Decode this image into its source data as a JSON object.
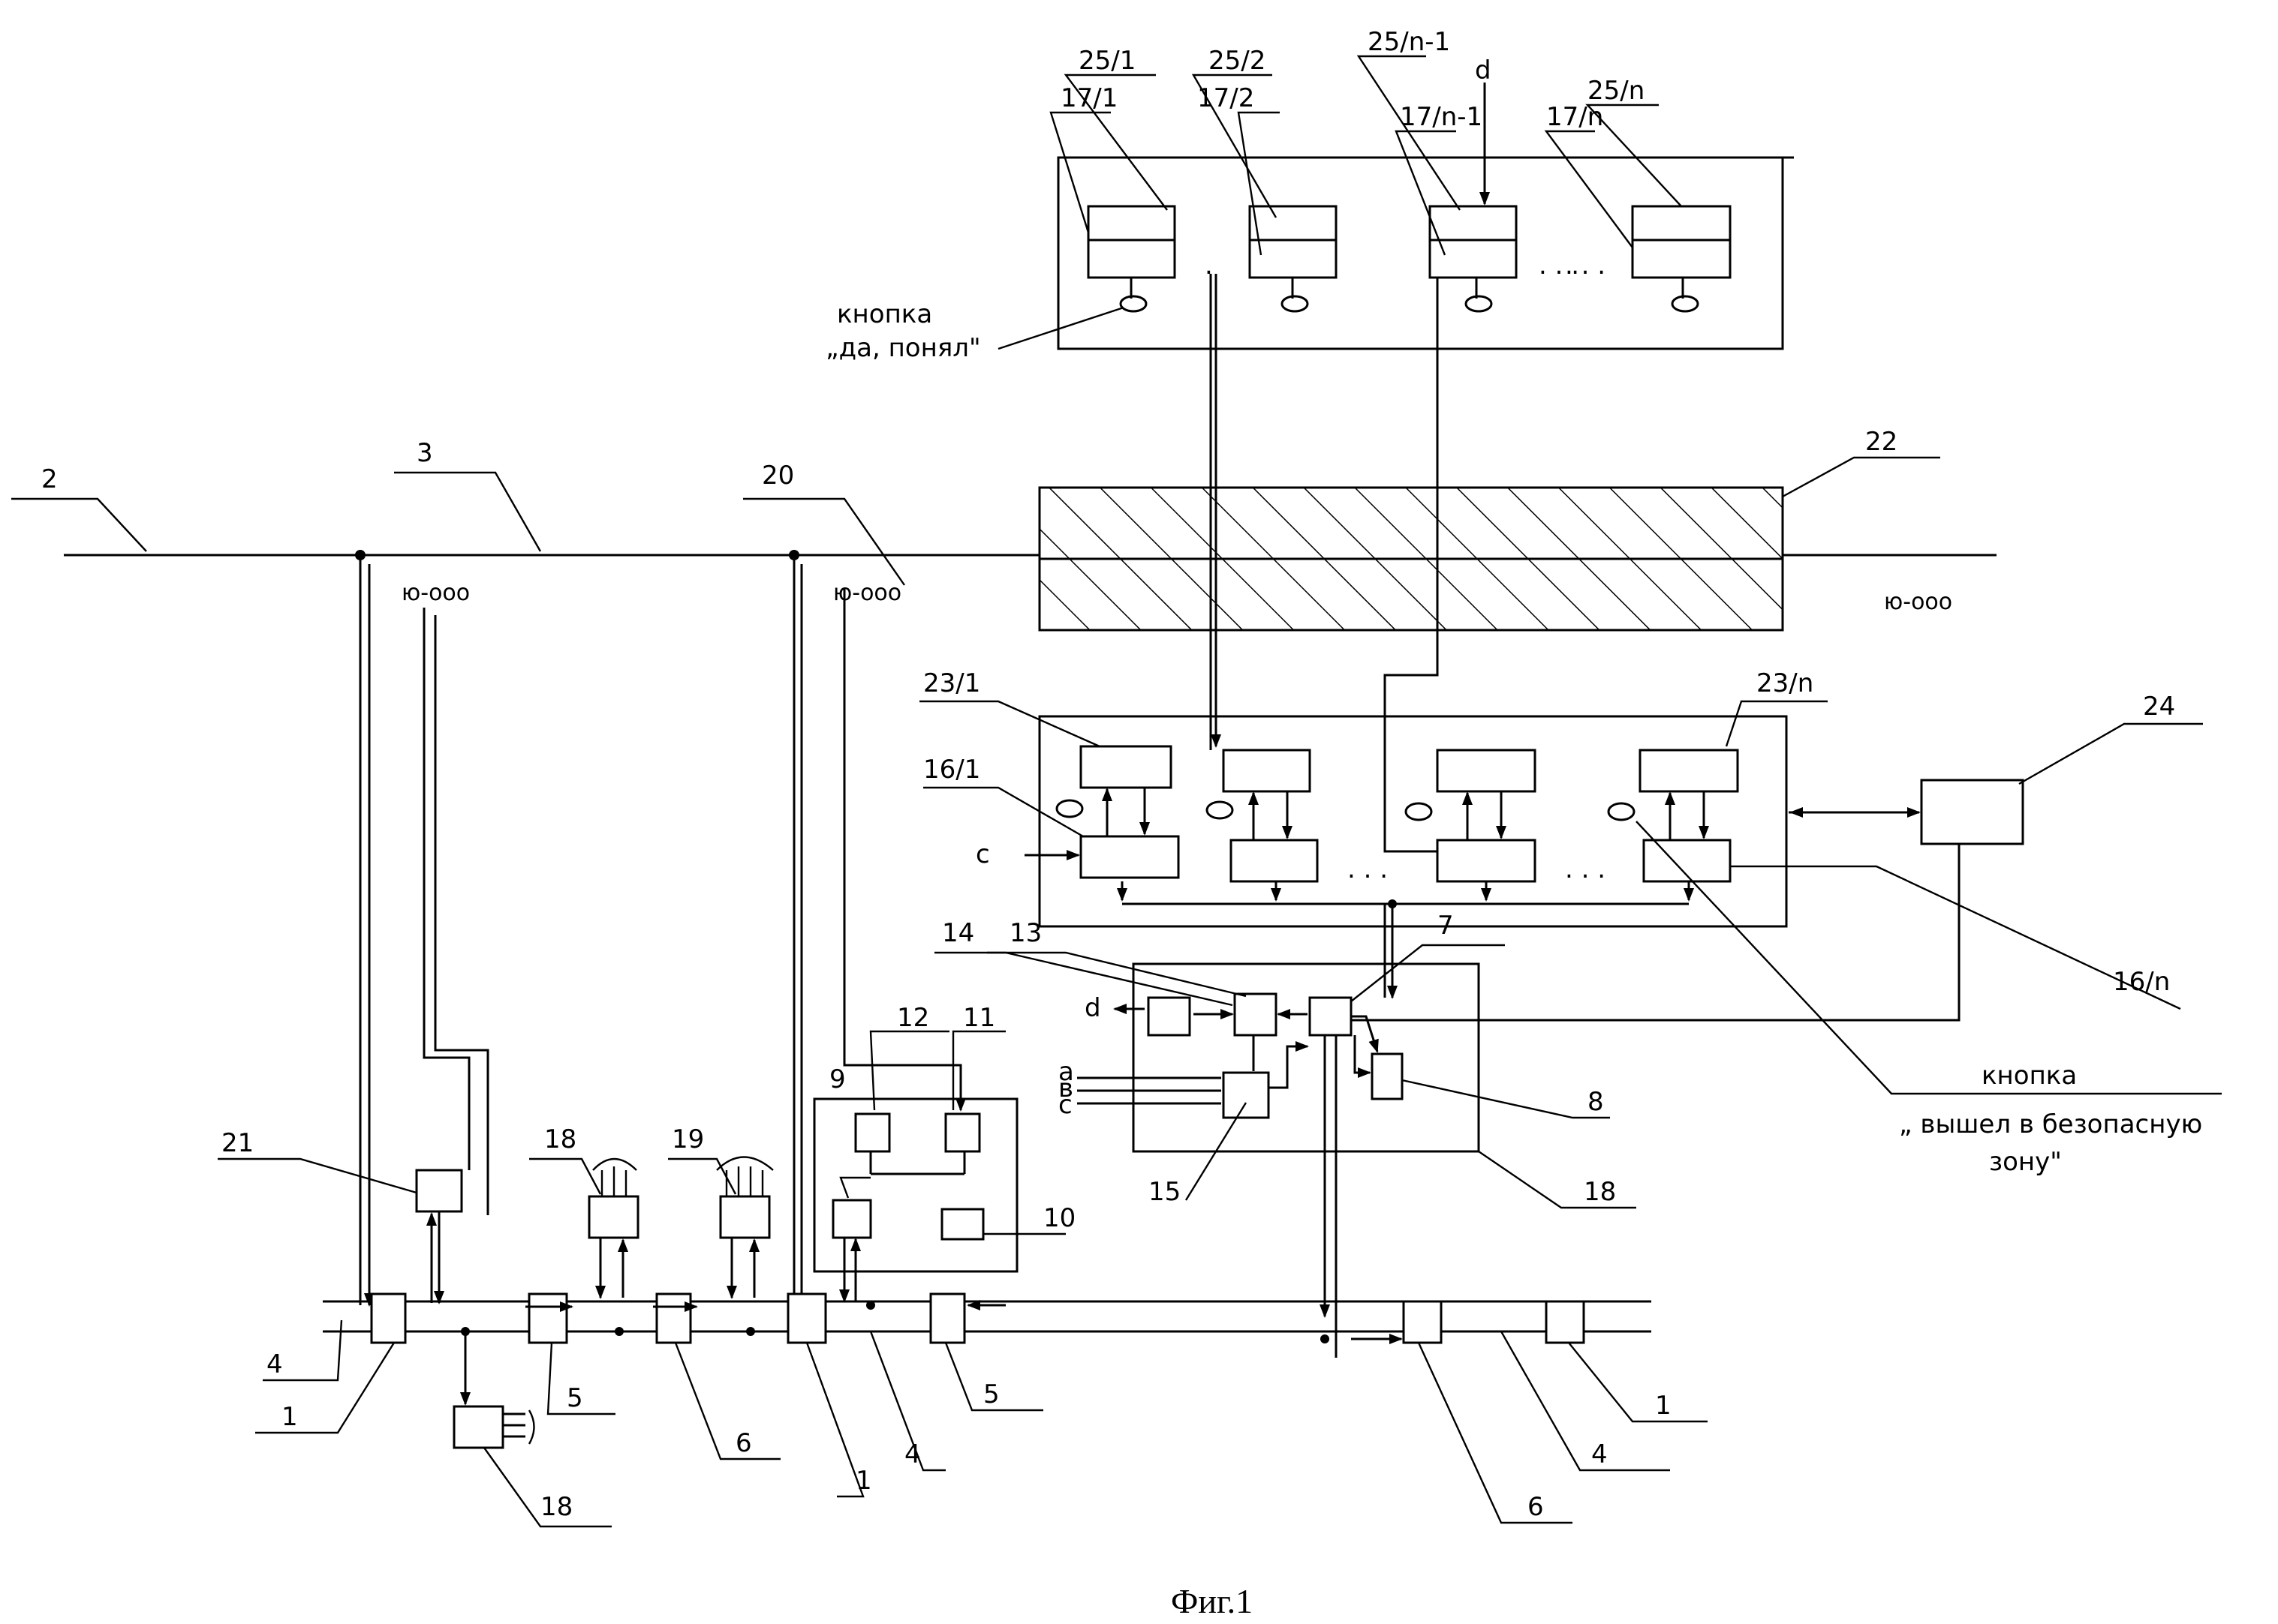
{
  "caption": "Фиг.1",
  "labels": {
    "n2": "2",
    "n3": "3",
    "n20": "20",
    "n22": "22",
    "n24": "24",
    "n25_1": "25/1",
    "n25_2": "25/2",
    "n25_n1": "25/n-1",
    "n25_n": "25/n",
    "n17_1": "17/1",
    "n17_2": "17/2",
    "n17_n1": "17/n-1",
    "n17_n": "17/n",
    "d_top": "d",
    "n23_1": "23/1",
    "n23_n": "23/n",
    "n16_1": "16/1",
    "n16_n": "16/n",
    "c_in": "c",
    "n14": "14",
    "n13": "13",
    "n7": "7",
    "d_out": "d",
    "n12": "12",
    "n11": "11",
    "n9": "9",
    "n10": "10",
    "n8": "8",
    "n15": "15",
    "n18_unit": "18",
    "n21": "21",
    "n18a": "18",
    "n19": "19",
    "n18b": "18",
    "n1a": "1",
    "n1b": "1",
    "n1c": "1",
    "n4a": "4",
    "n4b": "4",
    "n4c": "4",
    "n5a": "5",
    "n5b": "5",
    "n6a": "6",
    "n6b": "6",
    "in_a": "a",
    "in_b": "в",
    "in_c": "c",
    "sensor_left": "ю-ооо",
    "sensor_mid": "ю-ооо",
    "sensor_right": "ю-ооо"
  },
  "texts": {
    "button_ok_1": "кнопка",
    "button_ok_2": "„да, понял\"",
    "button_safe_1": "кнопка",
    "button_safe_2": "„ вышел в безопасную",
    "button_safe_3": "зону\""
  }
}
